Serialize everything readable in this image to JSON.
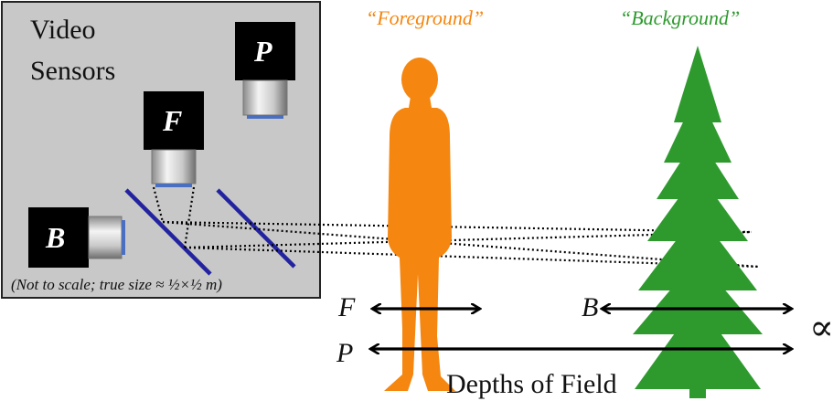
{
  "box": {
    "title_line1": "Video",
    "title_line2": "Sensors",
    "note": "(Not to scale; true size ≈ ½×½ m)"
  },
  "cameras": {
    "p": "P",
    "f": "F",
    "b": "B"
  },
  "subjects": {
    "foreground": "“Foreground”",
    "background": "“Background”",
    "foreground_color": "#f5860f",
    "background_color": "#2e9a2e"
  },
  "depth": {
    "f_label": "F",
    "b_label": "B",
    "p_label": "P",
    "infinity": "∝",
    "caption": "Depths of Field"
  },
  "colors": {
    "box_fill": "#c8c8c8",
    "mirror": "#2323a0",
    "camera_body": "#000000"
  }
}
